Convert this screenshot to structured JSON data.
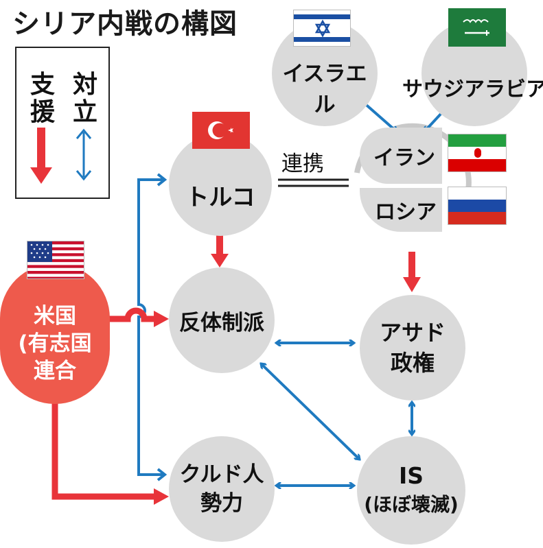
{
  "title": "シリア内戦の構図",
  "legend": {
    "support": "支援",
    "conflict": "対立"
  },
  "nodes": {
    "israel": "イスラエル",
    "saudi": "サウジアラビア",
    "turkey": "トルコ",
    "iran": "イラン",
    "russia": "ロシア",
    "us_line1": "米国",
    "us_line2": "(有志国",
    "us_line3": "連合",
    "rebels": "反体制派",
    "assad_line1": "アサド",
    "assad_line2": "政権",
    "kurds_line1": "クルド人",
    "kurds_line2": "勢力",
    "is_line1": "IS",
    "is_line2": "(ほぼ壊滅)"
  },
  "edge_label": "連携",
  "colors": {
    "support": "#e8343a",
    "conflict": "#1f7ac0",
    "node": "#dadada",
    "us_node": "#ee5a4c"
  }
}
